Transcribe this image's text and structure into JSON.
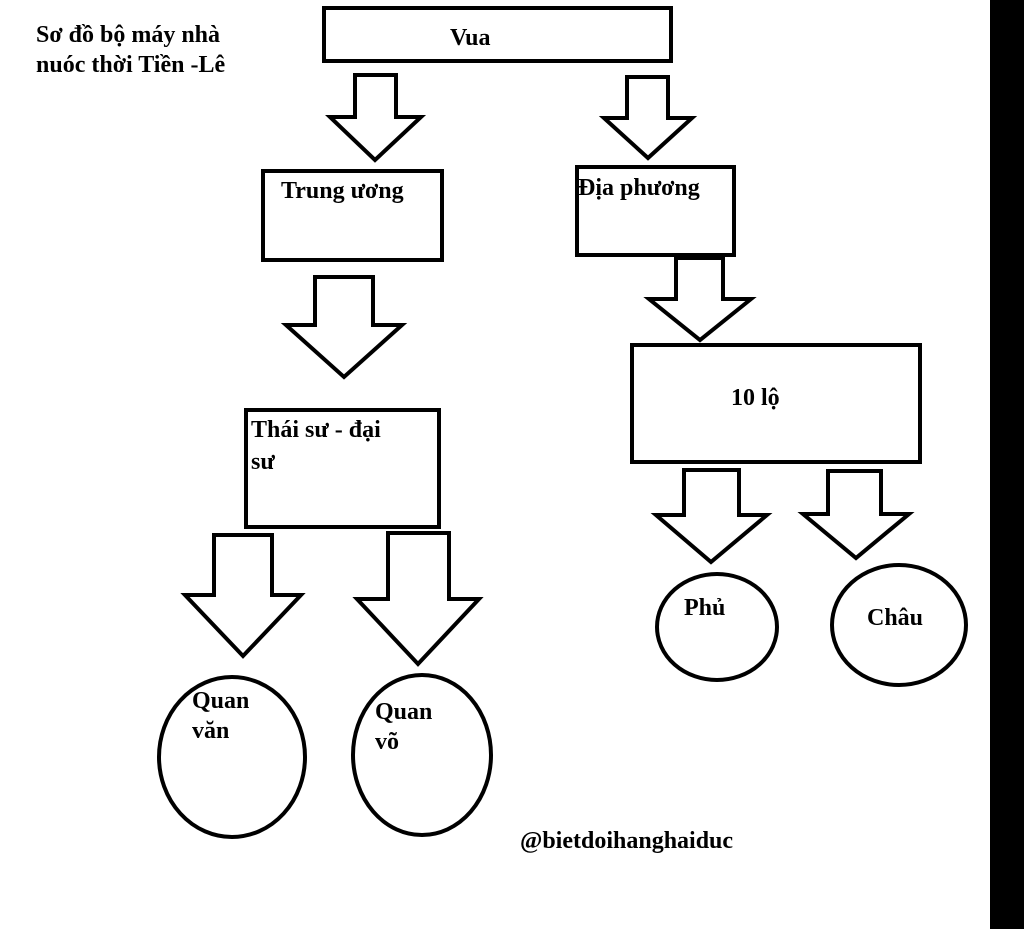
{
  "title": "Sơ đồ bộ máy nhà\nnuóc thời Tiền -Lê",
  "nodes": {
    "vua": "Vua",
    "trung_uong": "Trung ương",
    "dia_phuong": "Địa phương",
    "thai_su": "Thái sư - đại\nsư",
    "muoi_lo": "10 lộ",
    "quan_van": "Quan\nvăn",
    "quan_vo": "Quan\nvõ",
    "phu": "Phủ",
    "chau": "Châu"
  },
  "watermark": "@bietdoihanghaiduc",
  "colors": {
    "stroke": "#000000",
    "background": "#ffffff",
    "edge_bar": "#000000"
  }
}
